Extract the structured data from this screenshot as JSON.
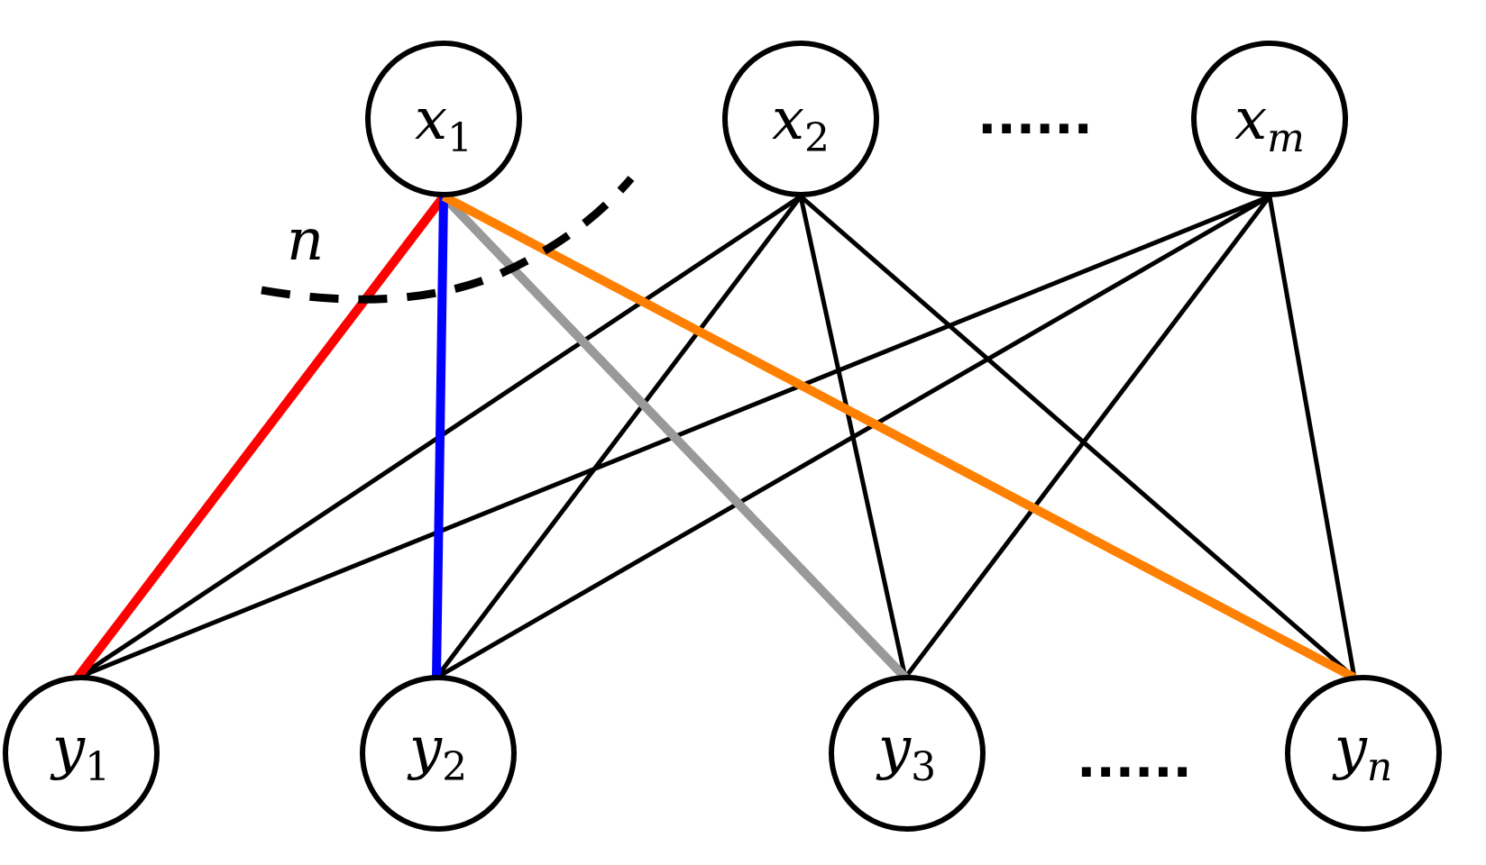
{
  "colors": {
    "edge_default": "#000000",
    "edge_red": "#ff0000",
    "edge_blue": "#0000ff",
    "edge_gray": "#999999",
    "edge_orange": "#ff8000"
  },
  "top_nodes": [
    {
      "base": "x",
      "sub": "1"
    },
    {
      "base": "x",
      "sub": "2"
    },
    {
      "base": "x",
      "sub": "m"
    }
  ],
  "bottom_nodes": [
    {
      "base": "y",
      "sub": "1"
    },
    {
      "base": "y",
      "sub": "2"
    },
    {
      "base": "y",
      "sub": "3"
    },
    {
      "base": "y",
      "sub": "n"
    }
  ],
  "top_ellipsis": "......",
  "bottom_ellipsis": "......",
  "arc_label": "n",
  "edges": [
    {
      "from": "x1",
      "to": "y1",
      "color": "red"
    },
    {
      "from": "x1",
      "to": "y2",
      "color": "blue"
    },
    {
      "from": "x1",
      "to": "y3",
      "color": "gray"
    },
    {
      "from": "x1",
      "to": "yn",
      "color": "orange"
    },
    {
      "from": "x2",
      "to": "y1",
      "color": "black"
    },
    {
      "from": "x2",
      "to": "y2",
      "color": "black"
    },
    {
      "from": "x2",
      "to": "y3",
      "color": "black"
    },
    {
      "from": "x2",
      "to": "yn",
      "color": "black"
    },
    {
      "from": "xm",
      "to": "y1",
      "color": "black"
    },
    {
      "from": "xm",
      "to": "y2",
      "color": "black"
    },
    {
      "from": "xm",
      "to": "y3",
      "color": "black"
    },
    {
      "from": "xm",
      "to": "yn",
      "color": "black"
    }
  ]
}
